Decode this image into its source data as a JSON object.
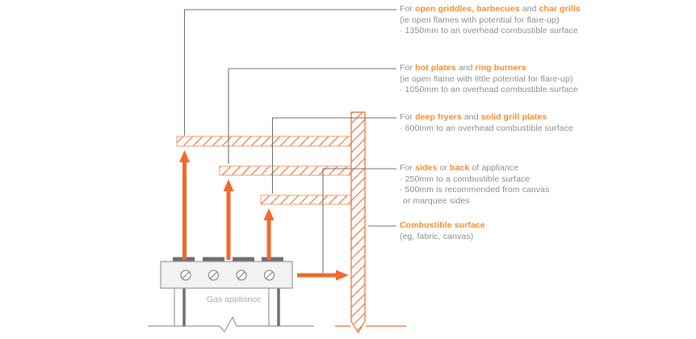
{
  "colors": {
    "diagram_orange": "#f1682a",
    "hbar_outline_orange": "#f6a173",
    "emphasis_text_orange": "#f68b2e",
    "body_text_gray": "#8a8d90",
    "leader_line_gray": "#6f7174",
    "appliance_fill_gray": "#f2f2f3",
    "appliance_dark_gray": "#6d6f72",
    "label_light_gray": "#abadb0"
  },
  "diagram": {
    "appliance_label": "Gas appliance"
  },
  "annotations": [
    {
      "name": "open-griddles-note",
      "heading": [
        {
          "text": "For "
        },
        {
          "text": "open griddles, barbecues",
          "em": true
        },
        {
          "text": " and "
        },
        {
          "text": "char grills",
          "em": true
        }
      ],
      "lines": [
        "(ie open flames with potential for flare-up)",
        "· 1350mm to an overhead combustible surface"
      ]
    },
    {
      "name": "hot-plates-note",
      "heading": [
        {
          "text": "For "
        },
        {
          "text": "hot plates",
          "em": true
        },
        {
          "text": " and "
        },
        {
          "text": "ring burners",
          "em": true
        }
      ],
      "lines": [
        "(ie open flame with little potential for flare-up)",
        "· 1050mm to an overhead combustible surface"
      ]
    },
    {
      "name": "deep-fryers-note",
      "heading": [
        {
          "text": "For "
        },
        {
          "text": "deep fryers",
          "em": true
        },
        {
          "text": " and "
        },
        {
          "text": "solid grill plates",
          "em": true
        }
      ],
      "lines": [
        "· 600mm to an overhead combustible surface"
      ]
    },
    {
      "name": "sides-back-note",
      "heading": [
        {
          "text": "For "
        },
        {
          "text": "sides",
          "em": true
        },
        {
          "text": " or "
        },
        {
          "text": "back",
          "em": true
        },
        {
          "text": " of appliance"
        }
      ],
      "lines": [
        "· 250mm to a combustible surface",
        "· 500mm is recommended from canvas",
        "or marquee sides"
      ]
    },
    {
      "name": "combustible-surface-note",
      "heading": [
        {
          "text": "Combustible surface",
          "em": true
        }
      ],
      "lines": [
        "(eg, fabric, canvas)"
      ]
    }
  ]
}
